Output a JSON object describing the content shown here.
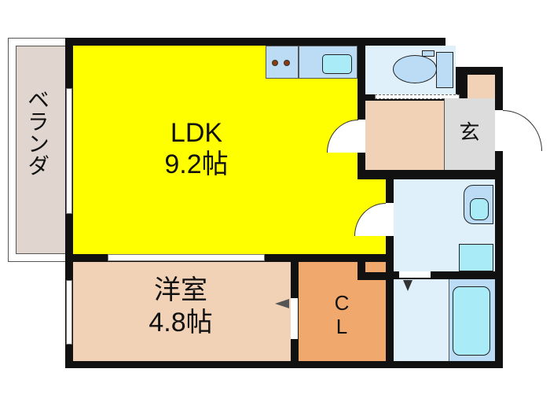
{
  "plan": {
    "rooms": {
      "ldk": {
        "name": "LDK",
        "size": "9.2帖",
        "color": "#ffff00"
      },
      "western": {
        "name": "洋室",
        "size": "4.8帖",
        "color": "#f2d2b6"
      },
      "closet": {
        "label_line1": "C",
        "label_line2": "L",
        "color": "#f0a86c"
      },
      "veranda": {
        "label": "ベランダ",
        "color": "#e0d6cf"
      },
      "entrance": {
        "label": "玄",
        "color": "#dcdcdc"
      },
      "hall": {
        "color": "#f2d2b6"
      },
      "toilet": {
        "color": "#dff0fb"
      },
      "washroom": {
        "color": "#dff0fb"
      },
      "bathroom": {
        "color": "#dff0fb"
      }
    },
    "colors": {
      "wall": "#111111",
      "fixture_blue": "#bcdcf5",
      "fixture_cyan": "#a9ecf8",
      "stove_burner": "#8b3a12"
    }
  }
}
